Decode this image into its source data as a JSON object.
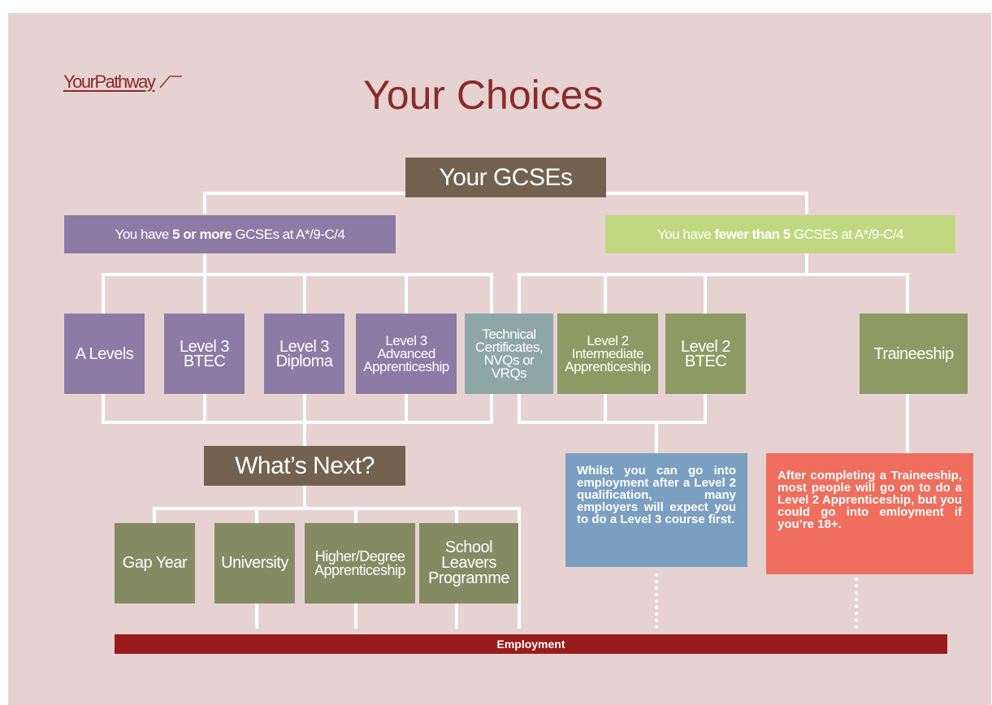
{
  "brand": "YourPathway",
  "title": "Your Choices",
  "root": "Your GCSEs",
  "branch_more": {
    "pre": "You have ",
    "bold": "5 or more",
    "post": " GCSEs at A*/9-C/4"
  },
  "branch_fewer": {
    "pre": "You have ",
    "bold": "fewer than 5",
    "post": " GCSEs at A*/9-C/4"
  },
  "qualifications": [
    "A Levels",
    "Level 3 BTEC",
    "Level 3 Diploma",
    "Level 3 Advanced Apprenticeship",
    "Technical Certificates, NVQs or VRQs",
    "Level 2 Intermediate Apprenticeship",
    "Level 2 BTEC",
    "Traineeship"
  ],
  "whats_next": "What’s Next?",
  "next_options": [
    "Gap Year",
    "University",
    "Higher/Degree Apprenticeship",
    "School Leavers Programme"
  ],
  "note_level2": {
    "text": "Whilst you can go into employment after a Level 2 qualification, many employers will expect you to do a ",
    "bold": "Level 3 course first."
  },
  "note_traineeship": {
    "pre": "After completing a Traineeship, most people will go on to do a ",
    "bold": "Level 2 Apprenticeship,",
    "post": " but you could go into emloyment if you’re 18+."
  },
  "employment": "Employment",
  "colors": {
    "background": "#e6d3d1",
    "level3": "#8d7aa5",
    "technical": "#8fa6a6",
    "level2": "#8d9a64",
    "gcse_box": "#73614f",
    "fewer_branch": "#c0d880",
    "info_note": "#7b9fc0",
    "traineeship_note": "#f06e5e",
    "employment_bar": "#9a1b1b",
    "title": "#8b2a2a"
  }
}
